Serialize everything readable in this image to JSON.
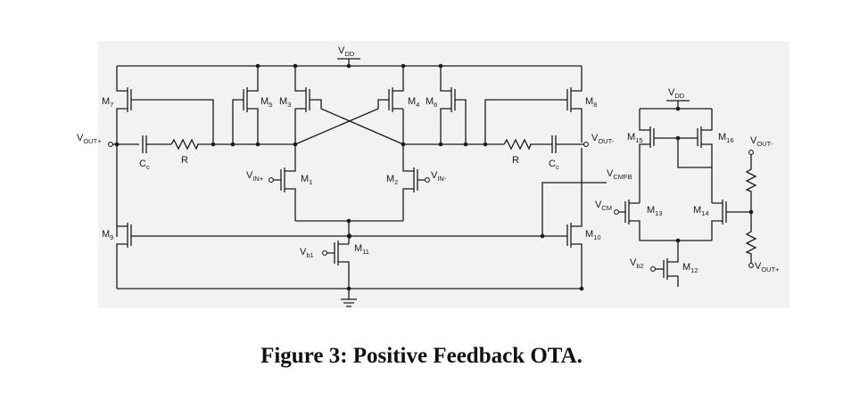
{
  "caption": "Figure 3: Positive Feedback OTA.",
  "labels": {
    "vdd_main": [
      "V",
      "DD"
    ],
    "vdd_cmfb": [
      "V",
      "DD"
    ],
    "m1": [
      "M",
      "1"
    ],
    "m2": [
      "M",
      "2"
    ],
    "m3": [
      "M",
      "3"
    ],
    "m4": [
      "M",
      "4"
    ],
    "m5": [
      "M",
      "5"
    ],
    "m6": [
      "M",
      "6"
    ],
    "m7": [
      "M",
      "7"
    ],
    "m8": [
      "M",
      "8"
    ],
    "m9": [
      "M",
      "9"
    ],
    "m10": [
      "M",
      "10"
    ],
    "m11": [
      "M",
      "11"
    ],
    "m12": [
      "M",
      "12"
    ],
    "m13": [
      "M",
      "13"
    ],
    "m14": [
      "M",
      "14"
    ],
    "m15": [
      "M",
      "15"
    ],
    "m16": [
      "M",
      "16"
    ],
    "vin_plus": [
      "V",
      "IN+"
    ],
    "vin_minus": [
      "V",
      "IN-"
    ],
    "vout_plus_left": [
      "V",
      "OUT+"
    ],
    "vout_minus_mid": [
      "V",
      "OUT-"
    ],
    "vcmfb": [
      "V",
      "CMFB"
    ],
    "vcm": [
      "V",
      "CM"
    ],
    "vb1": [
      "V",
      "b1"
    ],
    "vb2": [
      "V",
      "b2"
    ],
    "vout_minus_right": [
      "V",
      "OUT-"
    ],
    "vout_plus_right": [
      "V",
      "OUT+"
    ],
    "cc_left": [
      "C",
      "c"
    ],
    "cc_right": [
      "C",
      "c"
    ],
    "r_left": "R",
    "r_right": "R"
  }
}
